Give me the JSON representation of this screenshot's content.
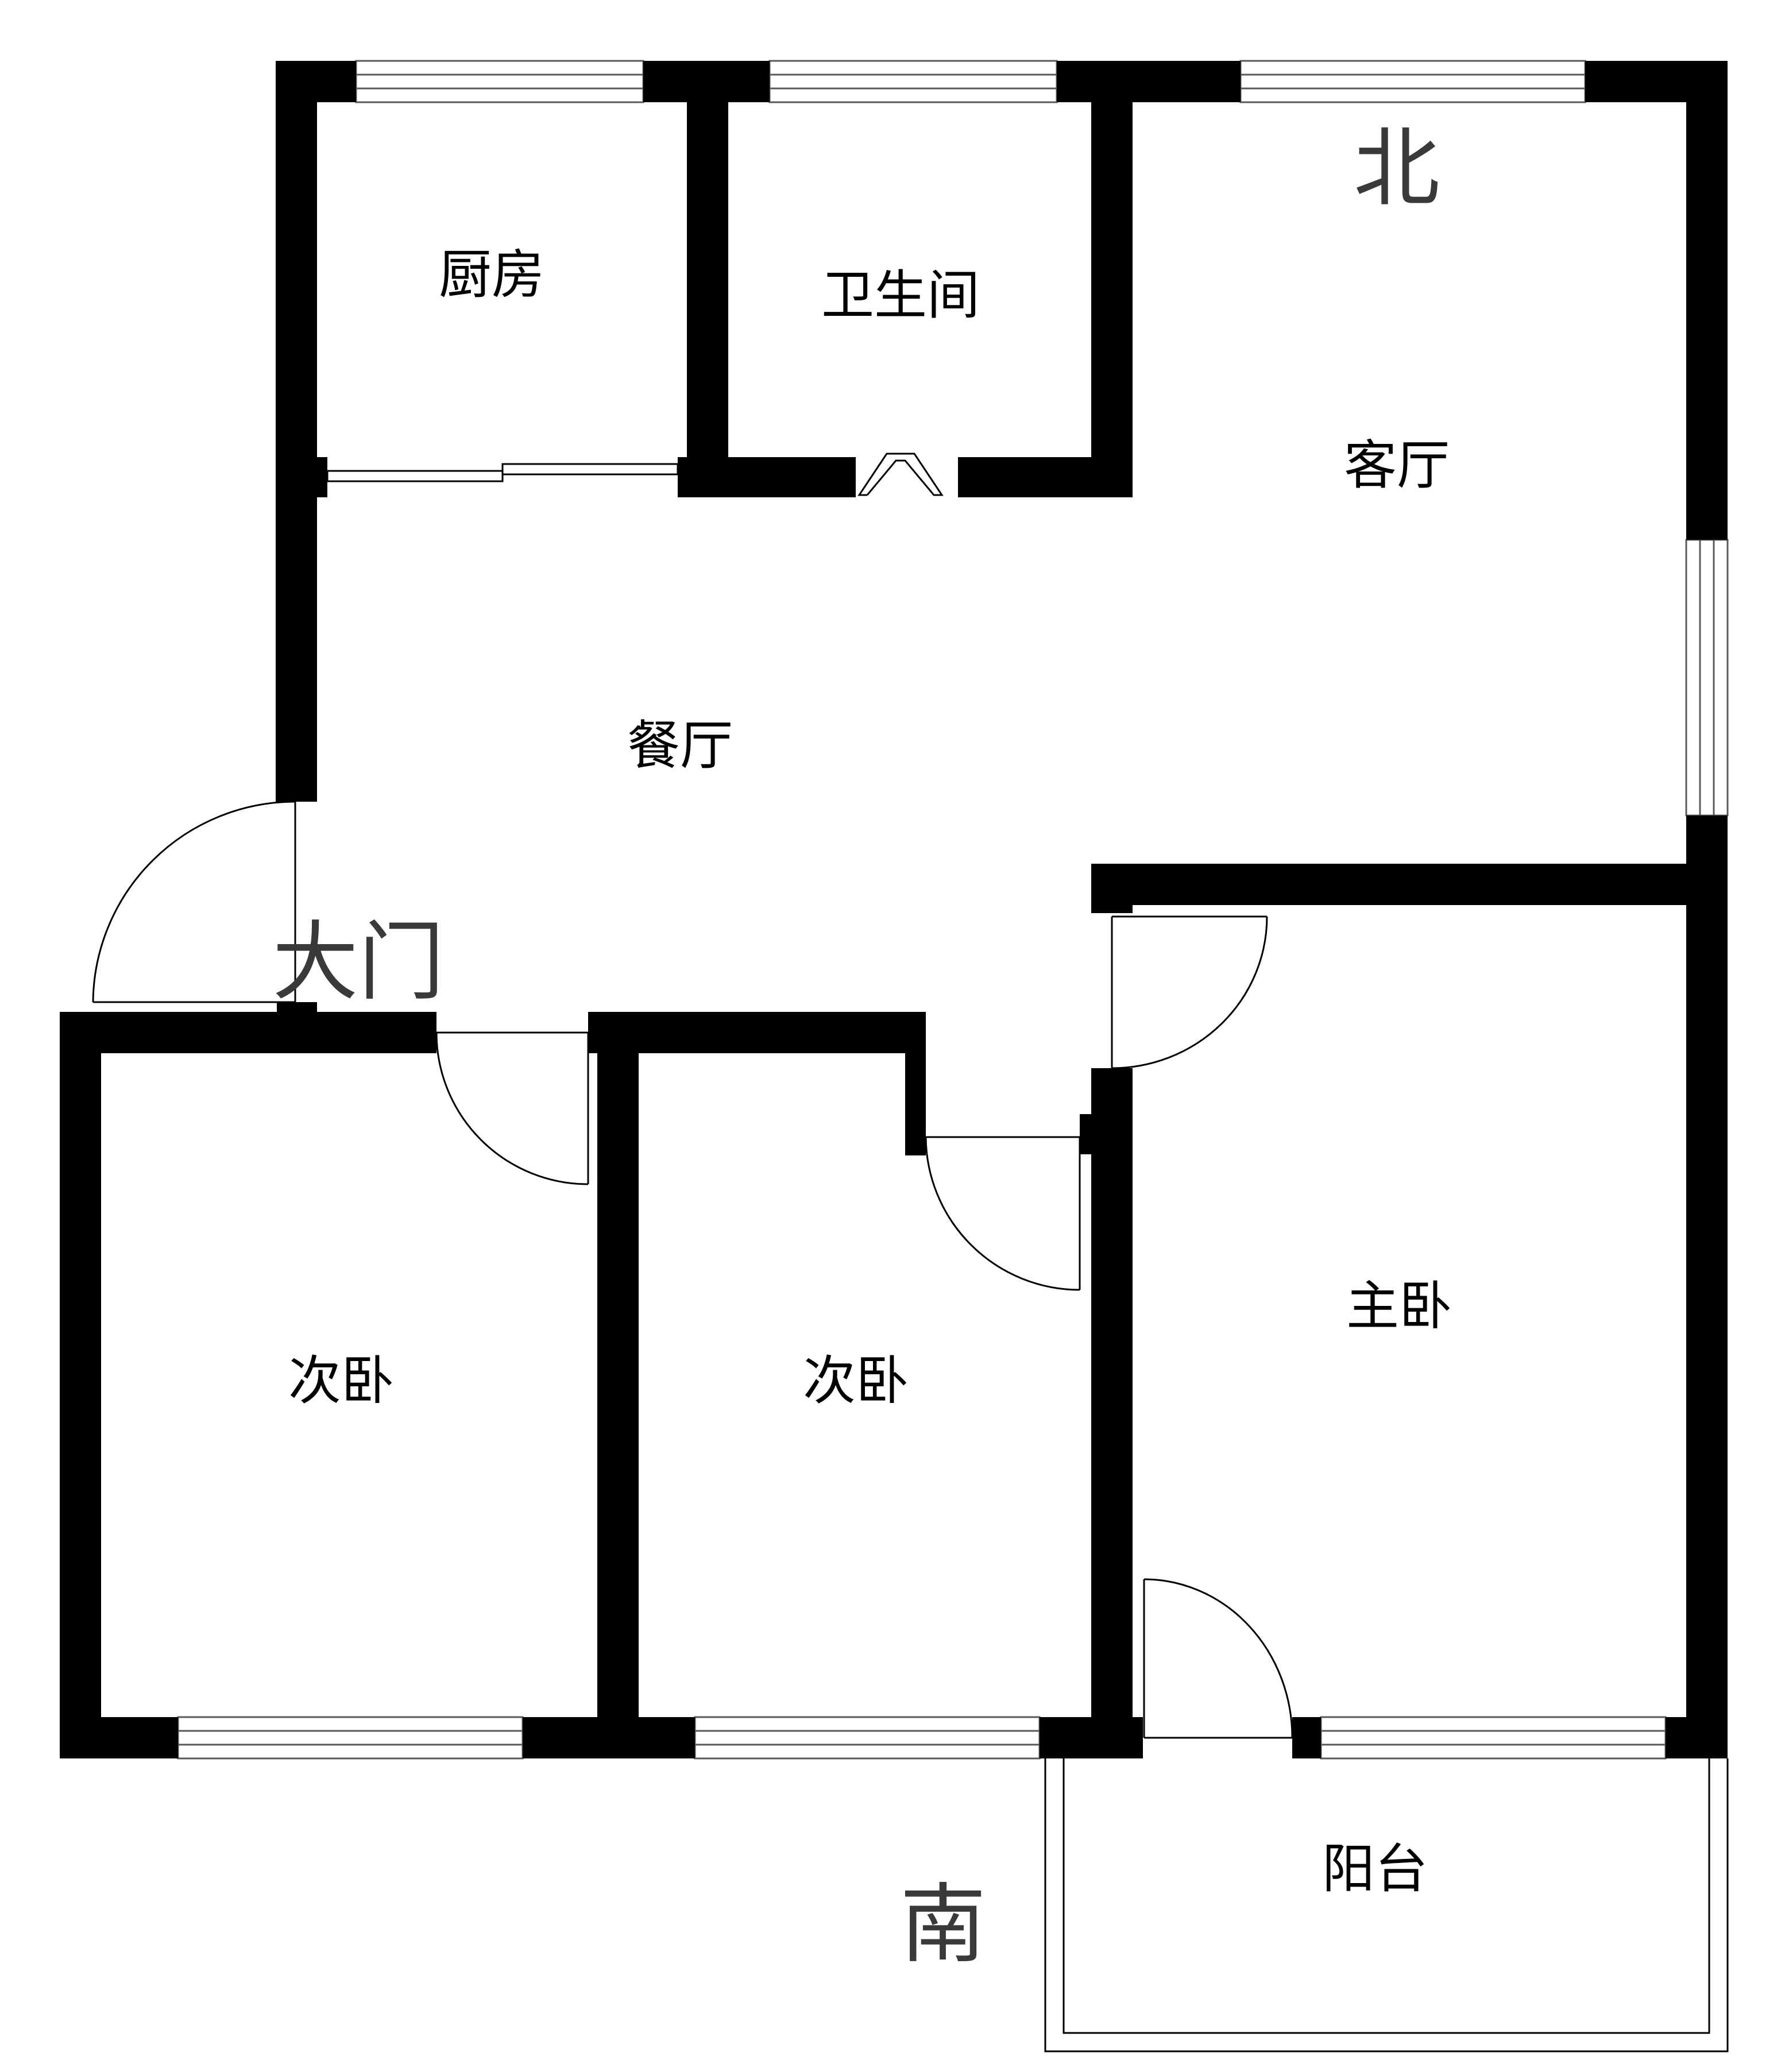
{
  "rooms": {
    "kitchen": "厨房",
    "bathroom": "卫生间",
    "living_room": "客厅",
    "dining_room": "餐厅",
    "secondary_bedroom_left": "次卧",
    "secondary_bedroom_middle": "次卧",
    "master_bedroom": "主卧",
    "balcony": "阳台"
  },
  "entrance": {
    "label": "大门"
  },
  "compass": {
    "north": "北",
    "south": "南"
  },
  "colors": {
    "wall": "#000000",
    "background": "#ffffff",
    "compass_text": "#3a3a3a"
  }
}
